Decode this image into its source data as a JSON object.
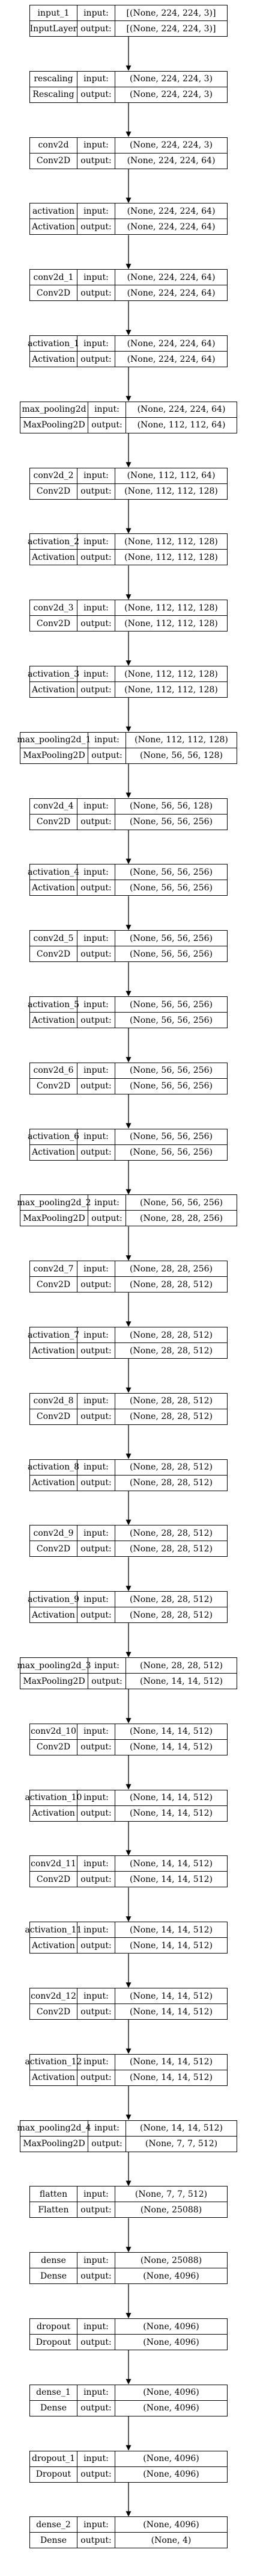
{
  "colors": {
    "line": "#000000",
    "background": "#ffffff"
  },
  "io_labels": {
    "input": "input:",
    "output": "output:"
  },
  "layers": [
    {
      "name": "input_1",
      "type": "InputLayer",
      "input": "[(None, 224, 224, 3)]",
      "output": "[(None, 224, 224, 3)]"
    },
    {
      "name": "rescaling",
      "type": "Rescaling",
      "input": "(None, 224, 224, 3)",
      "output": "(None, 224, 224, 3)"
    },
    {
      "name": "conv2d",
      "type": "Conv2D",
      "input": "(None, 224, 224, 3)",
      "output": "(None, 224, 224, 64)"
    },
    {
      "name": "activation",
      "type": "Activation",
      "input": "(None, 224, 224, 64)",
      "output": "(None, 224, 224, 64)"
    },
    {
      "name": "conv2d_1",
      "type": "Conv2D",
      "input": "(None, 224, 224, 64)",
      "output": "(None, 224, 224, 64)"
    },
    {
      "name": "activation_1",
      "type": "Activation",
      "input": "(None, 224, 224, 64)",
      "output": "(None, 224, 224, 64)"
    },
    {
      "name": "max_pooling2d",
      "type": "MaxPooling2D",
      "input": "(None, 224, 224, 64)",
      "output": "(None, 112, 112, 64)"
    },
    {
      "name": "conv2d_2",
      "type": "Conv2D",
      "input": "(None, 112, 112, 64)",
      "output": "(None, 112, 112, 128)"
    },
    {
      "name": "activation_2",
      "type": "Activation",
      "input": "(None, 112, 112, 128)",
      "output": "(None, 112, 112, 128)"
    },
    {
      "name": "conv2d_3",
      "type": "Conv2D",
      "input": "(None, 112, 112, 128)",
      "output": "(None, 112, 112, 128)"
    },
    {
      "name": "activation_3",
      "type": "Activation",
      "input": "(None, 112, 112, 128)",
      "output": "(None, 112, 112, 128)"
    },
    {
      "name": "max_pooling2d_1",
      "type": "MaxPooling2D",
      "input": "(None, 112, 112, 128)",
      "output": "(None, 56, 56, 128)"
    },
    {
      "name": "conv2d_4",
      "type": "Conv2D",
      "input": "(None, 56, 56, 128)",
      "output": "(None, 56, 56, 256)"
    },
    {
      "name": "activation_4",
      "type": "Activation",
      "input": "(None, 56, 56, 256)",
      "output": "(None, 56, 56, 256)"
    },
    {
      "name": "conv2d_5",
      "type": "Conv2D",
      "input": "(None, 56, 56, 256)",
      "output": "(None, 56, 56, 256)"
    },
    {
      "name": "activation_5",
      "type": "Activation",
      "input": "(None, 56, 56, 256)",
      "output": "(None, 56, 56, 256)"
    },
    {
      "name": "conv2d_6",
      "type": "Conv2D",
      "input": "(None, 56, 56, 256)",
      "output": "(None, 56, 56, 256)"
    },
    {
      "name": "activation_6",
      "type": "Activation",
      "input": "(None, 56, 56, 256)",
      "output": "(None, 56, 56, 256)"
    },
    {
      "name": "max_pooling2d_2",
      "type": "MaxPooling2D",
      "input": "(None, 56, 56, 256)",
      "output": "(None, 28, 28, 256)"
    },
    {
      "name": "conv2d_7",
      "type": "Conv2D",
      "input": "(None, 28, 28, 256)",
      "output": "(None, 28, 28, 512)"
    },
    {
      "name": "activation_7",
      "type": "Activation",
      "input": "(None, 28, 28, 512)",
      "output": "(None, 28, 28, 512)"
    },
    {
      "name": "conv2d_8",
      "type": "Conv2D",
      "input": "(None, 28, 28, 512)",
      "output": "(None, 28, 28, 512)"
    },
    {
      "name": "activation_8",
      "type": "Activation",
      "input": "(None, 28, 28, 512)",
      "output": "(None, 28, 28, 512)"
    },
    {
      "name": "conv2d_9",
      "type": "Conv2D",
      "input": "(None, 28, 28, 512)",
      "output": "(None, 28, 28, 512)"
    },
    {
      "name": "activation_9",
      "type": "Activation",
      "input": "(None, 28, 28, 512)",
      "output": "(None, 28, 28, 512)"
    },
    {
      "name": "max_pooling2d_3",
      "type": "MaxPooling2D",
      "input": "(None, 28, 28, 512)",
      "output": "(None, 14, 14, 512)"
    },
    {
      "name": "conv2d_10",
      "type": "Conv2D",
      "input": "(None, 14, 14, 512)",
      "output": "(None, 14, 14, 512)"
    },
    {
      "name": "activation_10",
      "type": "Activation",
      "input": "(None, 14, 14, 512)",
      "output": "(None, 14, 14, 512)"
    },
    {
      "name": "conv2d_11",
      "type": "Conv2D",
      "input": "(None, 14, 14, 512)",
      "output": "(None, 14, 14, 512)"
    },
    {
      "name": "activation_11",
      "type": "Activation",
      "input": "(None, 14, 14, 512)",
      "output": "(None, 14, 14, 512)"
    },
    {
      "name": "conv2d_12",
      "type": "Conv2D",
      "input": "(None, 14, 14, 512)",
      "output": "(None, 14, 14, 512)"
    },
    {
      "name": "activation_12",
      "type": "Activation",
      "input": "(None, 14, 14, 512)",
      "output": "(None, 14, 14, 512)"
    },
    {
      "name": "max_pooling2d_4",
      "type": "MaxPooling2D",
      "input": "(None, 14, 14, 512)",
      "output": "(None, 7, 7, 512)"
    },
    {
      "name": "flatten",
      "type": "Flatten",
      "input": "(None, 7, 7, 512)",
      "output": "(None, 25088)"
    },
    {
      "name": "dense",
      "type": "Dense",
      "input": "(None, 25088)",
      "output": "(None, 4096)"
    },
    {
      "name": "dropout",
      "type": "Dropout",
      "input": "(None, 4096)",
      "output": "(None, 4096)"
    },
    {
      "name": "dense_1",
      "type": "Dense",
      "input": "(None, 4096)",
      "output": "(None, 4096)"
    },
    {
      "name": "dropout_1",
      "type": "Dropout",
      "input": "(None, 4096)",
      "output": "(None, 4096)"
    },
    {
      "name": "dense_2",
      "type": "Dense",
      "input": "(None, 4096)",
      "output": "(None, 4)"
    }
  ]
}
